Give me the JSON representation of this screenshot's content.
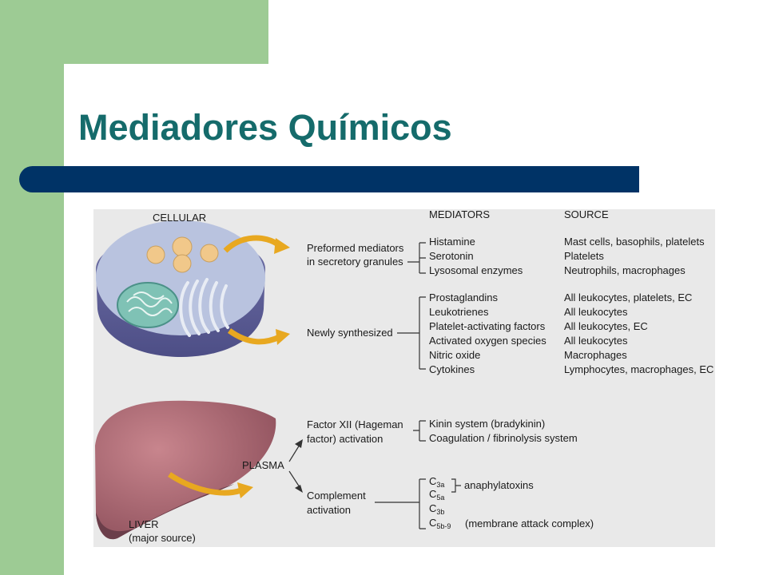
{
  "slide": {
    "title": "Mediadores Químicos"
  },
  "figure": {
    "labels": {
      "cellular": "CELLULAR",
      "mediators": "MEDIATORS",
      "source": "SOURCE",
      "plasma": "PLASMA",
      "liver": "LIVER",
      "liver_note": "(major source)"
    },
    "groups": {
      "preformed": {
        "line1": "Preformed mediators",
        "line2": "in secretory granules",
        "items": [
          {
            "mediator": "Histamine",
            "source": "Mast cells, basophils, platelets"
          },
          {
            "mediator": "Serotonin",
            "source": "Platelets"
          },
          {
            "mediator": "Lysosomal enzymes",
            "source": "Neutrophils, macrophages"
          }
        ]
      },
      "synthesized": {
        "label": "Newly synthesized",
        "items": [
          {
            "mediator": "Prostaglandins",
            "source": "All leukocytes, platelets, EC"
          },
          {
            "mediator": "Leukotrienes",
            "source": "All leukocytes"
          },
          {
            "mediator": "Platelet-activating factors",
            "source": "All leukocytes, EC"
          },
          {
            "mediator": "Activated oxygen species",
            "source": "All leukocytes"
          },
          {
            "mediator": "Nitric oxide",
            "source": "Macrophages"
          },
          {
            "mediator": "Cytokines",
            "source": "Lymphocytes, macrophages, EC"
          }
        ]
      },
      "factor12": {
        "line1": "Factor XII (Hageman",
        "line2": "factor) activation",
        "items": [
          "Kinin system (bradykinin)",
          "Coagulation / fibrinolysis system"
        ]
      },
      "complement": {
        "line1": "Complement",
        "line2": "activation",
        "items": [
          {
            "c": "C",
            "sub": "3a"
          },
          {
            "c": "C",
            "sub": "5a"
          },
          {
            "c": "C",
            "sub": "3b"
          },
          {
            "c": "C",
            "sub": "5b-9"
          }
        ],
        "anaphylatoxins": "anaphylatoxins",
        "mac": "(membrane attack complex)"
      }
    }
  }
}
